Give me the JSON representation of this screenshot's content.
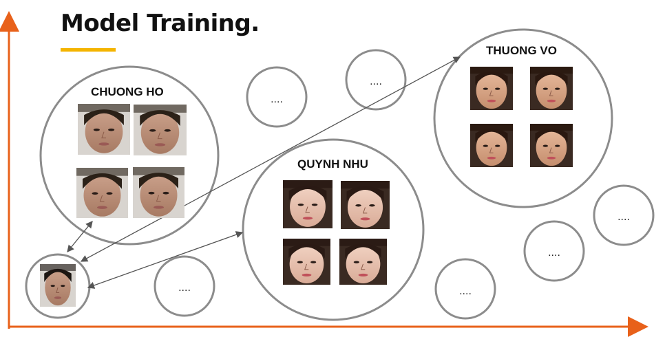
{
  "title": "Model Training.",
  "colors": {
    "axis": "#e8611a",
    "accent_underline": "#f4b400",
    "circle_stroke": "#8c8c8c",
    "arrow": "#555555"
  },
  "clusters": [
    {
      "label": "CHUONG HO"
    },
    {
      "label": "QUYNH NHU"
    },
    {
      "label": "THUONG VO"
    }
  ],
  "placeholder_text": "...."
}
